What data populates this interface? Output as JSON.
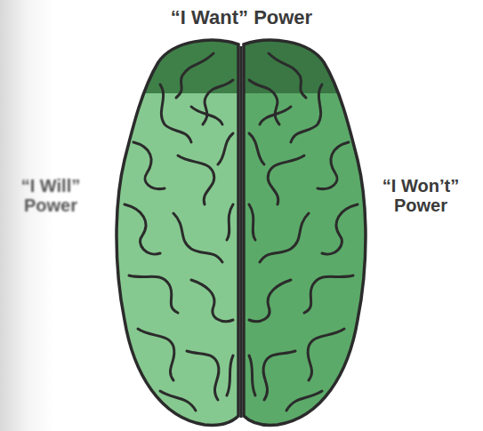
{
  "diagram": {
    "labels": [
      "“I Want” Power",
      "“I Will” Power",
      "“I Won’t” Power"
    ]
  }
}
